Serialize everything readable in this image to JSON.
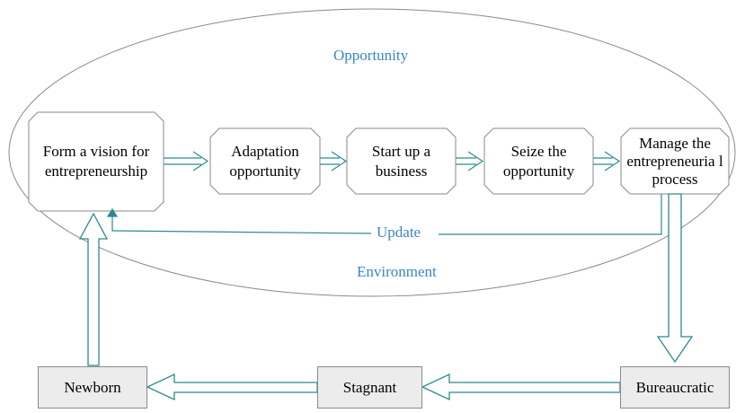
{
  "colors": {
    "arrow": "#2b8a8f",
    "accent_text": "#3a86c4",
    "outline": "#8a8a8a",
    "rect_fill": "#ececec"
  },
  "labels": {
    "opportunity": "Opportunity",
    "environment": "Environment",
    "update": "Update"
  },
  "process_steps": [
    {
      "id": "vision",
      "text": "Form a vision for entrepreneurship"
    },
    {
      "id": "adaptation",
      "text": "Adaptation opportunity"
    },
    {
      "id": "startup",
      "text": "Start up a business"
    },
    {
      "id": "seize",
      "text": "Seize the opportunity"
    },
    {
      "id": "manage",
      "text": "Manage the entrepreneuria l process"
    }
  ],
  "lifecycle_states": [
    {
      "id": "newborn",
      "text": "Newborn"
    },
    {
      "id": "stagnant",
      "text": "Stagnant"
    },
    {
      "id": "bureaucratic",
      "text": "Bureaucratic"
    }
  ]
}
